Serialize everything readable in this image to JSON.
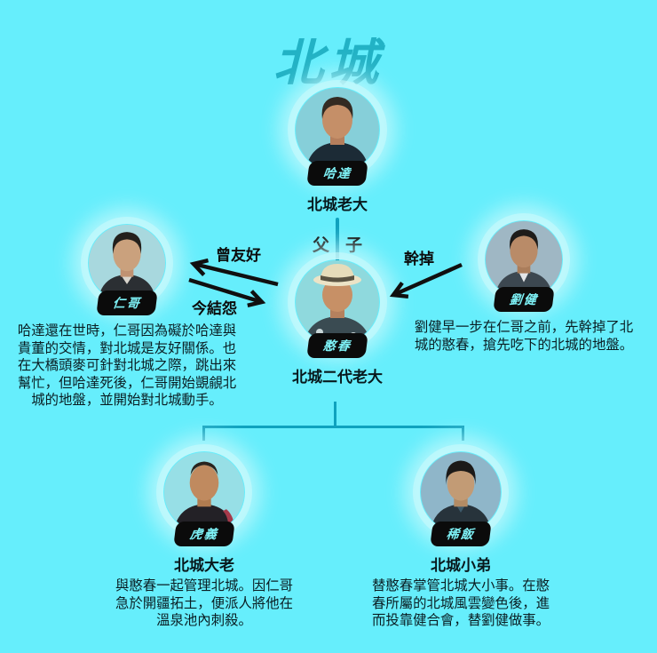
{
  "page": {
    "title": "北城",
    "background_color": "#66EEFC",
    "title_color": "#22B2C5",
    "line_color": "#0FA2BE",
    "badge_bg_color": "#0B0B0B",
    "badge_text_color": "#7EF2F7"
  },
  "relationships": {
    "father_son_label": "父子",
    "once_friendly_label": "曾友好",
    "now_feud_label": "今結怨",
    "kill_label": "幹掉"
  },
  "characters": {
    "hada": {
      "name": "哈達",
      "role": "北城老大"
    },
    "hanchun": {
      "name": "憨春",
      "role": "北城二代老大"
    },
    "renge": {
      "name": "仁哥",
      "description": "哈達還在世時，仁哥因為礙於哈達與貴董的交情，對北城是友好關係。也在大橋頭麥可針對北城之際，跳出來幫忙，但哈達死後，仁哥開始覬覦北城的地盤，並開始對北城動手。"
    },
    "liujian": {
      "name": "劉健",
      "description": "劉健早一步在仁哥之前，先幹掉了北城的憨春，搶先吃下的北城的地盤。"
    },
    "huyi": {
      "name": "虎義",
      "role": "北城大老",
      "description": "與憨春一起管理北城。因仁哥急於開疆拓土，便派人將他在溫泉池內刺殺。"
    },
    "xifan": {
      "name": "稀飯",
      "role": "北城小弟",
      "description": "替憨春掌管北城大小事。在憨春所屬的北城風雲變色後，進而投靠健合會，替劉健做事。"
    }
  }
}
